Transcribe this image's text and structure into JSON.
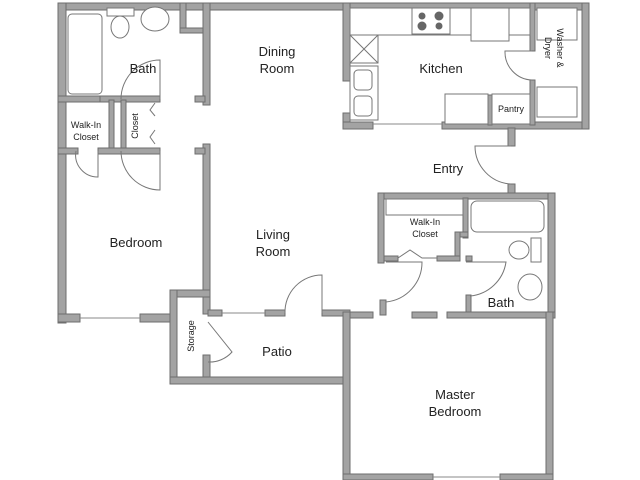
{
  "rooms": {
    "bath_1": "Bath",
    "dining_line1": "Dining",
    "dining_line2": "Room",
    "kitchen": "Kitchen",
    "washer_line1": "Washer &",
    "washer_line2": "Dryer",
    "pantry": "Pantry",
    "walkin_1_line1": "Walk-In",
    "walkin_1_line2": "Closet",
    "closet": "Closet",
    "entry": "Entry",
    "bedroom": "Bedroom",
    "living_line1": "Living",
    "living_line2": "Room",
    "walkin_2_line1": "Walk-In",
    "walkin_2_line2": "Closet",
    "bath_2": "Bath",
    "storage": "Storage",
    "patio": "Patio",
    "master_line1": "Master",
    "master_line2": "Bedroom"
  },
  "colors": {
    "wall": "#a3a3a3",
    "background": "#ffffff"
  }
}
